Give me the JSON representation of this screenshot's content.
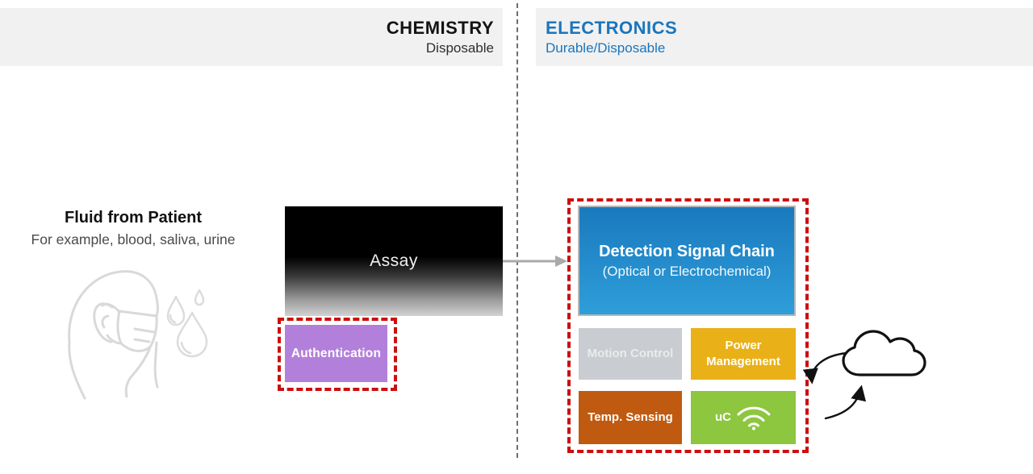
{
  "header": {
    "chemistry": {
      "title": "CHEMISTRY",
      "subtitle": "Disposable"
    },
    "electronics": {
      "title": "ELECTRONICS",
      "subtitle": "Durable/Disposable"
    }
  },
  "patient": {
    "title": "Fluid from Patient",
    "subtitle": "For example, blood, saliva, urine",
    "icons": [
      "masked-patient-icon",
      "fluid-drops-icon"
    ]
  },
  "chemistry_section": {
    "assay_label": "Assay",
    "authentication_label": "Authentication"
  },
  "electronics_section": {
    "detection": {
      "title": "Detection Signal Chain",
      "subtitle": "(Optical or Electrochemical)"
    },
    "blocks": {
      "motion": "Motion Control",
      "power": "Power Management",
      "temp": "Temp. Sensing",
      "uc": "uC"
    },
    "icons": [
      "wifi-icon",
      "cloud-icon",
      "cloud-download-arrow",
      "cloud-upload-arrow"
    ]
  },
  "colors": {
    "band_gray": "#F1F1F1",
    "dashed_red": "#CC0F0F",
    "electronics_blue": "#1B75BC",
    "detection_blue_top": "#1A79BE",
    "detection_blue_bottom": "#2E9ED9",
    "motion_gray": "#C9CDD1",
    "power_yellow": "#E9B117",
    "temp_orange": "#C05A10",
    "uc_green": "#8DC63F",
    "auth_purple": "#B280DA",
    "flow_arrow_gray": "#A9A9A9"
  }
}
